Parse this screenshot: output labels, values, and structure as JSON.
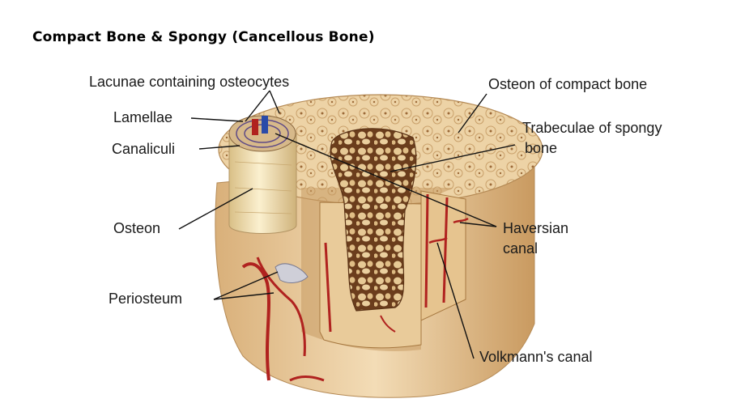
{
  "title": "Compact Bone & Spongy (Cancellous Bone)",
  "labels": {
    "lacunae": "Lacunae containing osteocytes",
    "lamellae": "Lamellae",
    "canaliculi": "Canaliculi",
    "osteon": "Osteon",
    "periosteum": "Periosteum",
    "osteon_compact": "Osteon of compact bone",
    "trabeculae_line1": "Trabeculae of  spongy",
    "trabeculae_line2": "bone",
    "haversian_line1": "Haversian",
    "haversian_line2": "canal",
    "volkmann": "Volkmann's canal"
  },
  "colors": {
    "bone_light": "#f1dcb4",
    "bone_mid": "#e2c08d",
    "bone_dark": "#b8874f",
    "spongy": "#6b3d1c",
    "vessel_red": "#b0221f",
    "vessel_blue": "#2a4aa8",
    "leader": "#111111"
  }
}
